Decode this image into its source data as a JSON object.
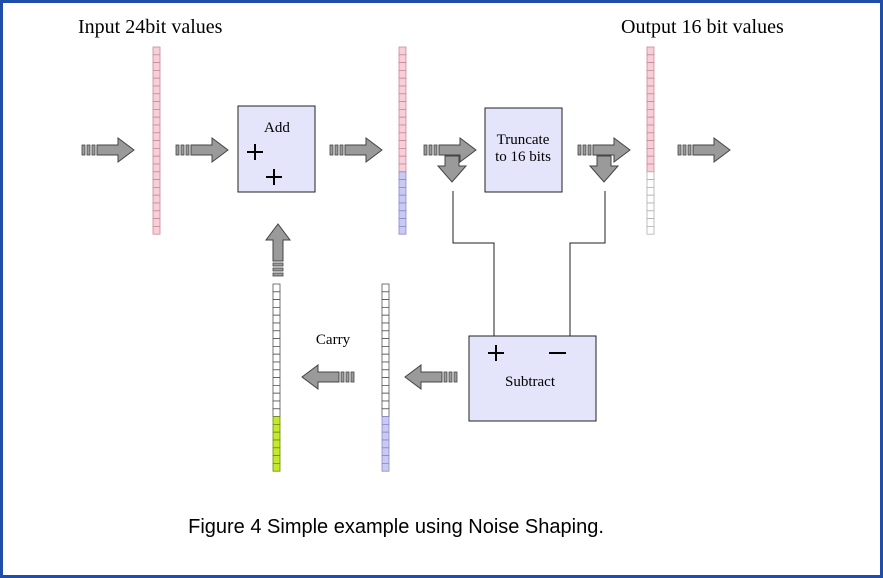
{
  "labels": {
    "input": "Input 24bit values",
    "output": "Output 16 bit values",
    "add": "Add",
    "truncate_line1": "Truncate",
    "truncate_line2": "to 16 bits",
    "subtract": "Subtract",
    "carry": "Carry",
    "caption": "Figure 4  Simple example using Noise Shaping."
  },
  "colors": {
    "frame": "#1f4ea8",
    "box_fill": "#e4e4fb",
    "arrow_fill": "#9a9a9a",
    "bit_pink": "#f7cfd8",
    "bit_pink_border": "#c98a98",
    "bit_blue": "#c9c9f2",
    "bit_blue_border": "#8a8ad0",
    "bit_white": "#ffffff",
    "bit_white_border": "#555555",
    "bit_green": "#c4e82c",
    "bit_green_border": "#6f8a10"
  }
}
